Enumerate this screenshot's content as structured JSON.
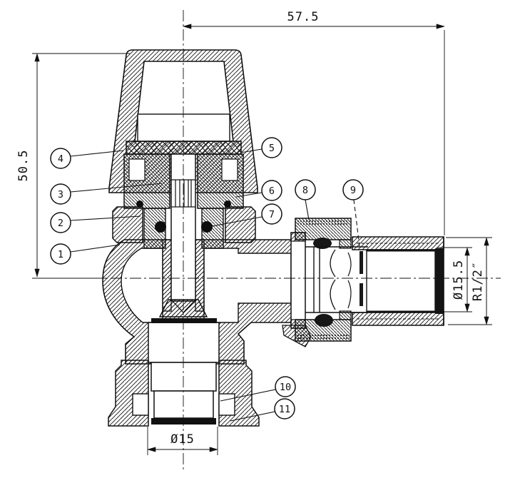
{
  "drawing": {
    "background": "#ffffff",
    "line_color": "#111111",
    "kind": "valve-cross-section"
  },
  "dimensions": {
    "top_width": "57.5",
    "left_height": "50.5",
    "bottom_diameter": "Ø15",
    "outlet_bore_diameter": "Ø15.5",
    "outlet_thread": "R1/2″"
  },
  "callouts": [
    {
      "number": "1"
    },
    {
      "number": "2"
    },
    {
      "number": "3"
    },
    {
      "number": "4"
    },
    {
      "number": "5"
    },
    {
      "number": "6"
    },
    {
      "number": "7"
    },
    {
      "number": "8"
    },
    {
      "number": "9"
    },
    {
      "number": "10"
    },
    {
      "number": "11"
    }
  ]
}
